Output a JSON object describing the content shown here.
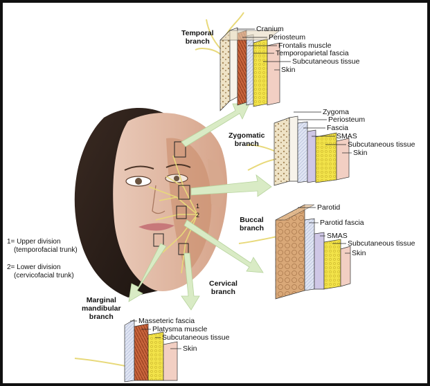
{
  "colors": {
    "nerve": "#e8d97a",
    "arrow": "#d9ebc5",
    "bone": "#efe3c6",
    "muscle": "#c8643c",
    "fat": "#f2e34a",
    "skin": "#f2cfc3",
    "fascia": "#dfe4f2"
  },
  "branches": {
    "temporal": {
      "title": [
        "Temporal",
        "branch"
      ],
      "layers": [
        "Cranium",
        "Periosteum",
        "Frontalis muscle",
        "Temporoparietal fascia",
        "Subcutaneous tissue",
        "Skin"
      ]
    },
    "zygomatic": {
      "title": [
        "Zygomatic",
        "branch"
      ],
      "layers": [
        "Zygoma",
        "Periosteum",
        "Fascia",
        "SMAS",
        "Subcutaneous tissue",
        "Skin"
      ]
    },
    "buccal": {
      "title": [
        "Buccal",
        "branch"
      ],
      "layers": [
        "Parotid",
        "Parotid fascia",
        "SMAS",
        "Subcutaneous tissue",
        "Skin"
      ]
    },
    "cervical": {
      "title": [
        "Cervical",
        "branch"
      ]
    },
    "marginal": {
      "title": [
        "Marginal",
        "mandibular",
        "branch"
      ],
      "layers": [
        "Masseteric fascia",
        "Platysma muscle",
        "Subcutaneous tissue",
        "Skin"
      ]
    }
  },
  "division_legend": [
    [
      "1= Upper division",
      "(temporofacial trunk)"
    ],
    [
      "2= Lower division",
      "(cervicofacial trunk)"
    ]
  ],
  "face_markers": [
    "1",
    "2"
  ]
}
